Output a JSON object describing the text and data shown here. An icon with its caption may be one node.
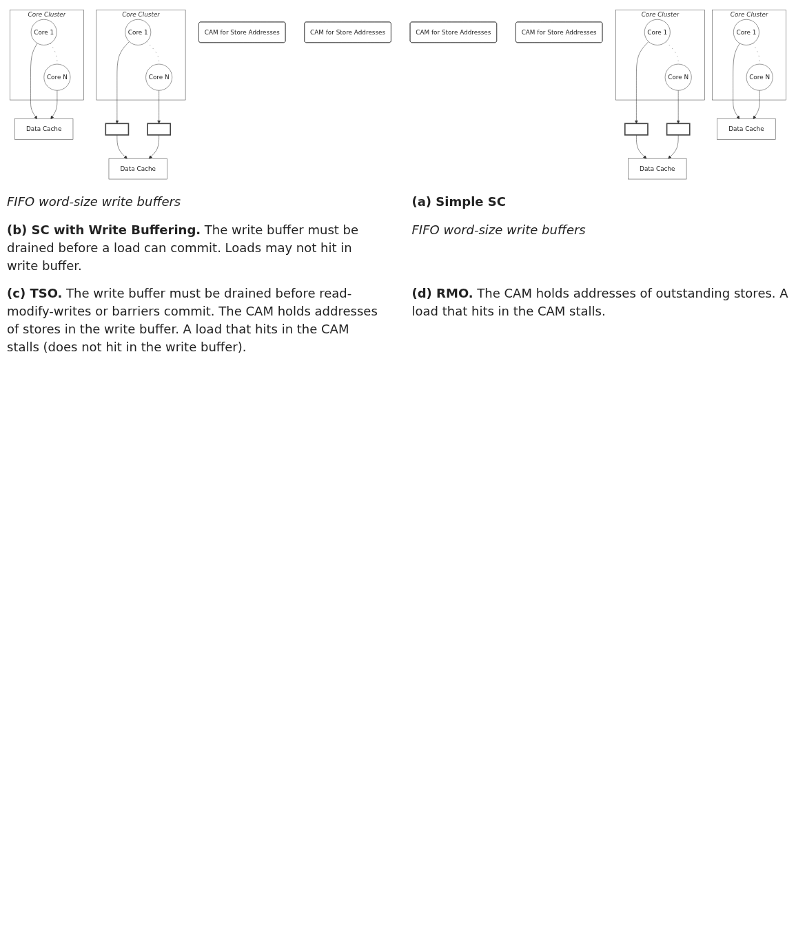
{
  "diagram": {
    "nodes": [
      {
        "text": [
          "Core Cluster"
        ]
      },
      {
        "text": [
          "Core 1"
        ],
        "in": 0
      },
      {
        "text": [
          "Core N"
        ],
        "in": 0
      },
      {
        "text": [
          "Data Cache"
        ]
      },
      {
        "text": [
          "Core Cluster"
        ]
      },
      {
        "text": [
          "Core 1"
        ],
        "in": 4
      },
      {
        "text": [
          "Core N"
        ],
        "in": 4
      },
      {
        "text": [],
        "shape": "box"
      },
      {
        "text": [],
        "shape": "box"
      },
      {
        "text": [
          "Data Cache"
        ]
      },
      {
        "text": [
          "Core Cluster"
        ]
      },
      {
        "text": [
          "Core 1"
        ],
        "in": 10
      },
      {
        "text": [
          "Core N"
        ],
        "in": 10
      },
      {
        "text": [
          "CAM for Store Addresses"
        ]
      },
      {
        "text": [
          "CAM for Store Addresses"
        ]
      },
      {
        "text": [],
        "shape": "box"
      },
      {
        "text": [],
        "shape": "box"
      },
      {
        "text": [
          "Data Cache"
        ]
      },
      {
        "text": [
          "Core Cluster"
        ]
      },
      {
        "text": [
          "Core 1"
        ],
        "in": 18
      },
      {
        "text": [
          "Core N"
        ],
        "in": 18
      },
      {
        "text": [
          "CAM for Store Addresses"
        ]
      },
      {
        "text": [
          "CAM for Store Addresses"
        ]
      },
      {
        "text": [
          "Data Cache"
        ]
      }
    ],
    "edges": [
      {
        "from": 1,
        "to": 2,
        "arrow": "none",
        "style": "dashed"
      },
      {
        "from": 1,
        "to": 3,
        "arrow": "to"
      },
      {
        "from": 2,
        "to": 3,
        "arrow": "to"
      },
      {
        "from": 5,
        "to": 6,
        "arrow": "none",
        "style": "dashed"
      },
      {
        "from": 5,
        "to": 7,
        "arrow": "to"
      },
      {
        "from": 6,
        "to": 8,
        "arrow": "to"
      },
      {
        "from": 7,
        "to": 9,
        "arrow": "to"
      },
      {
        "from": 8,
        "to": 9,
        "arrow": "to"
      },
      {
        "from": 11,
        "to": 12,
        "arrow": "none",
        "style": "dashed"
      },
      {
        "from": 11,
        "to": 15,
        "arrow": "to"
      },
      {
        "from": 12,
        "to": 16,
        "arrow": "to"
      },
      {
        "from": 15,
        "to": 17,
        "arrow": "to"
      },
      {
        "from": 16,
        "to": 17,
        "arrow": "to"
      },
      {
        "from": 19,
        "to": 20,
        "arrow": "none",
        "style": "dashed"
      },
      {
        "from": 19,
        "to": 23,
        "arrow": "to"
      },
      {
        "from": 20,
        "to": 23,
        "arrow": "to"
      }
    ],
    "labels": [
      "FIFO word-size write buffers",
      "(a) Simple SC",
      "**(b) SC with Write Buffering.** The write buffer must be drained before a load can commit. Loads may not hit in write buffer.",
      "FIFO word-size write buffers",
      "**(c) TSO.** The write buffer must be drained before read-modify-writes or barriers commit. The CAM holds addresses of stores in the write buffer. A load that hits in the CAM stalls (does not hit in the write buffer).",
      "**(d) RMO.** The CAM holds addresses of outstanding stores. A load that hits in the CAM stalls."
    ]
  }
}
